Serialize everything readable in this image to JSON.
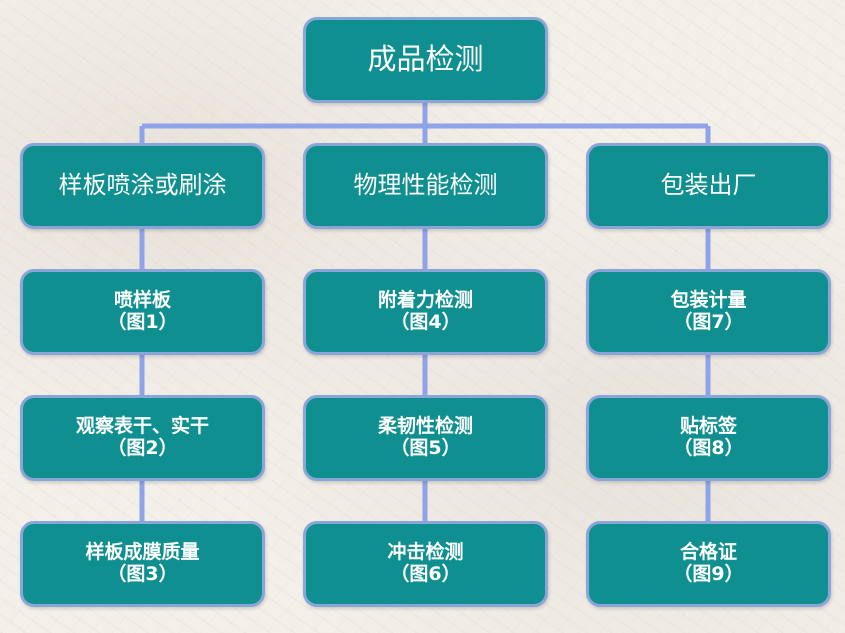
{
  "colors": {
    "box_fill": "#0f8f8f",
    "box_border": "#8aa6d8",
    "connector": "#8fa3e8",
    "text": "#ffffff"
  },
  "root": {
    "label": "成品检测"
  },
  "columns": [
    {
      "title": "样板喷涂或刷涂",
      "steps": [
        {
          "label": "喷样板",
          "ref": "（图1）"
        },
        {
          "label": "观察表干、实干",
          "ref": "（图2）"
        },
        {
          "label": "样板成膜质量",
          "ref": "（图3）"
        }
      ]
    },
    {
      "title": "物理性能检测",
      "steps": [
        {
          "label": "附着力检测",
          "ref": "（图4）"
        },
        {
          "label": "柔韧性检测",
          "ref": "（图5）"
        },
        {
          "label": "冲击检测",
          "ref": "（图6）"
        }
      ]
    },
    {
      "title": "包装出厂",
      "steps": [
        {
          "label": "包装计量",
          "ref": "（图7）"
        },
        {
          "label": "贴标签",
          "ref": "（图8）"
        },
        {
          "label": "合格证",
          "ref": "（图9）"
        }
      ]
    }
  ]
}
